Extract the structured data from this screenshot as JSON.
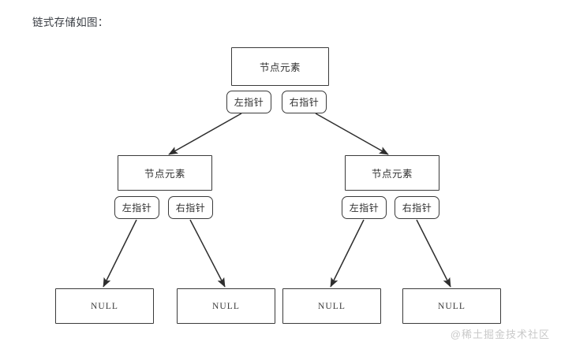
{
  "caption": "链式存储如图：",
  "watermark": "@稀土掘金技术社区",
  "labels": {
    "element": "节点元素",
    "left_pointer": "左指针",
    "right_pointer": "右指针",
    "null": "NULL"
  },
  "colors": {
    "background": "#ffffff",
    "box_border": "#3a3a3a",
    "box_fill": "#ffffff",
    "text": "#2f2f2f",
    "caption_text": "#3b3f45",
    "arrow": "#2e2e2e",
    "watermark_text": "#c9c9c9"
  },
  "diagram": {
    "type": "binary-tree-linked-storage",
    "nodes": [
      {
        "id": "root",
        "level": 0,
        "element_label": "节点元素",
        "left_pointer_label": "左指针",
        "right_pointer_label": "右指针"
      },
      {
        "id": "child-left",
        "level": 1,
        "element_label": "节点元素",
        "left_pointer_label": "左指针",
        "right_pointer_label": "右指针"
      },
      {
        "id": "child-right",
        "level": 1,
        "element_label": "节点元素",
        "left_pointer_label": "左指针",
        "right_pointer_label": "右指针"
      }
    ],
    "leaves": [
      {
        "id": "null-1",
        "label": "NULL"
      },
      {
        "id": "null-2",
        "label": "NULL"
      },
      {
        "id": "null-3",
        "label": "NULL"
      },
      {
        "id": "null-4",
        "label": "NULL"
      }
    ],
    "edges": [
      {
        "from": "root.left_pointer",
        "to": "child-left"
      },
      {
        "from": "root.right_pointer",
        "to": "child-right"
      },
      {
        "from": "child-left.left_pointer",
        "to": "null-1"
      },
      {
        "from": "child-left.right_pointer",
        "to": "null-2"
      },
      {
        "from": "child-right.left_pointer",
        "to": "null-3"
      },
      {
        "from": "child-right.right_pointer",
        "to": "null-4"
      }
    ]
  }
}
